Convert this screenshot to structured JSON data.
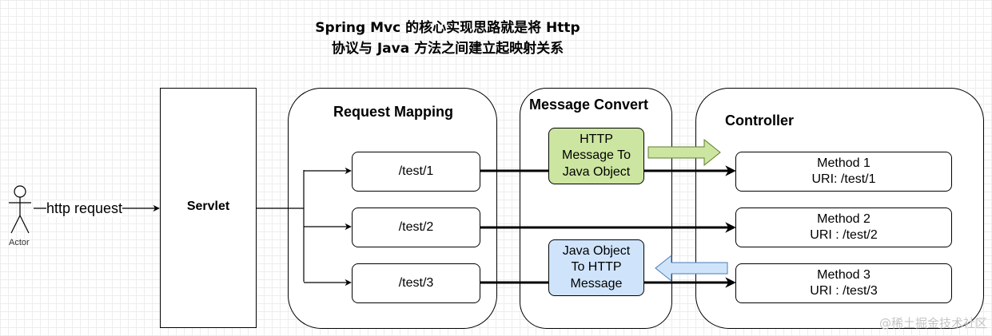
{
  "title": {
    "line1": "Spring Mvc 的核心实现思路就是将 Http",
    "line2": "协议与 Java 方法之间建立起映射关系"
  },
  "actor": {
    "label": "Actor"
  },
  "edge": {
    "http_request": "http request"
  },
  "servlet": {
    "label": "Servlet"
  },
  "request_mapping": {
    "label": "Request Mapping",
    "routes": [
      "/test/1",
      "/test/2",
      "/test/3"
    ]
  },
  "message_convert": {
    "label": "Message Convert",
    "to_java": {
      "lines": [
        "HTTP",
        "Message To",
        "Java Object"
      ],
      "color": "#cce5a0"
    },
    "to_http": {
      "lines": [
        "Java  Object",
        "To HTTP",
        "Message"
      ],
      "color": "#cfe4fb"
    }
  },
  "controller": {
    "label": "Controller",
    "methods": [
      {
        "name": "Method 1",
        "uri": "URI:  /test/1"
      },
      {
        "name": "Method 2",
        "uri": "URI :  /test/2"
      },
      {
        "name": "Method 3",
        "uri": "URI : /test/3"
      }
    ]
  },
  "watermark": "@稀土掘金技术社区"
}
